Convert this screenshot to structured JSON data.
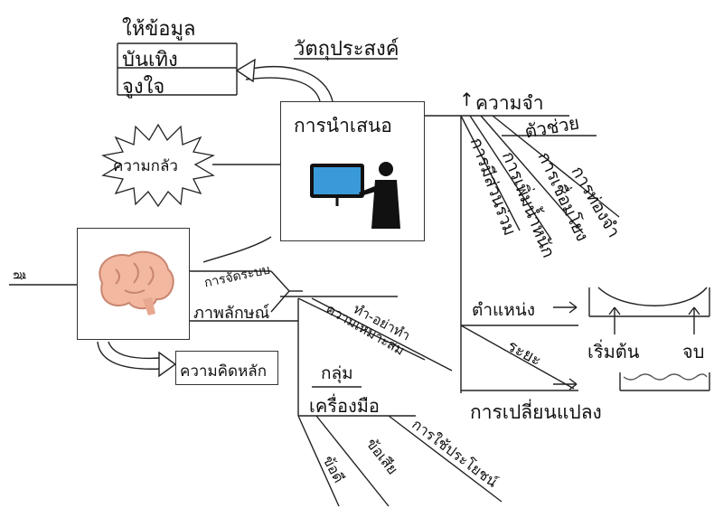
{
  "purpose_branch": {
    "title": "วัตถุประสงค์",
    "items": [
      "ให้ข้อมูล",
      "บันเทิง",
      "จูงใจ"
    ]
  },
  "fear_label": "ความกลัว",
  "presentation_box": {
    "title": "การนำเสนอ"
  },
  "memory_branch": {
    "title": "ความจำ",
    "aids_title": "ตัวช่วย",
    "aids": [
      "การท่องจำ",
      "การเชื่อมโยง",
      "การเพิ่มน้ำหนัก",
      "การมีส่วนร่วม"
    ],
    "position_label": "ตำแหน่ง",
    "start_label": "เริ่มต้น",
    "end_label": "จบ",
    "distance_label": "ระยะ",
    "change_label": "การเปลี่ยนแปลง"
  },
  "brain_branch": {
    "color_label": "สี",
    "organize_label": "การจัดระบบ",
    "symbol_label": "ภาพลักษณ์",
    "main_idea_label": "ความคิดหลัก"
  },
  "tools_branch": {
    "dos_donts": "ทำ-อย่าทำ",
    "suitability": "ความเหมาะสม",
    "group": "กลุ่ม",
    "tools": "เครื่องมือ",
    "usage": "การใช้ประโยชน์",
    "cons": "ข้อเสีย",
    "pros": "ข้อดี"
  },
  "colors": {
    "line": "#222222",
    "screen": "#3a9ad9",
    "brain": "#f2b8a0",
    "wave": "#555555"
  }
}
